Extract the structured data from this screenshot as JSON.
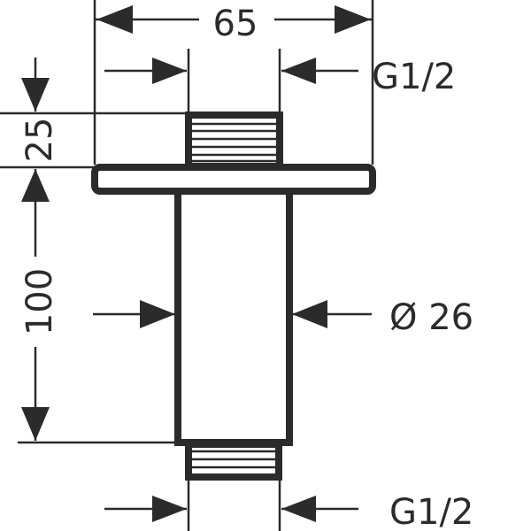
{
  "drawing": {
    "stroke_color": "#2b2b2b",
    "dimensions": {
      "overall_width": "65",
      "top_thread": "G1/2",
      "thread_length": "25",
      "arm_length": "100",
      "pipe_diameter": "Ø 26",
      "bottom_thread": "G1/2"
    }
  }
}
